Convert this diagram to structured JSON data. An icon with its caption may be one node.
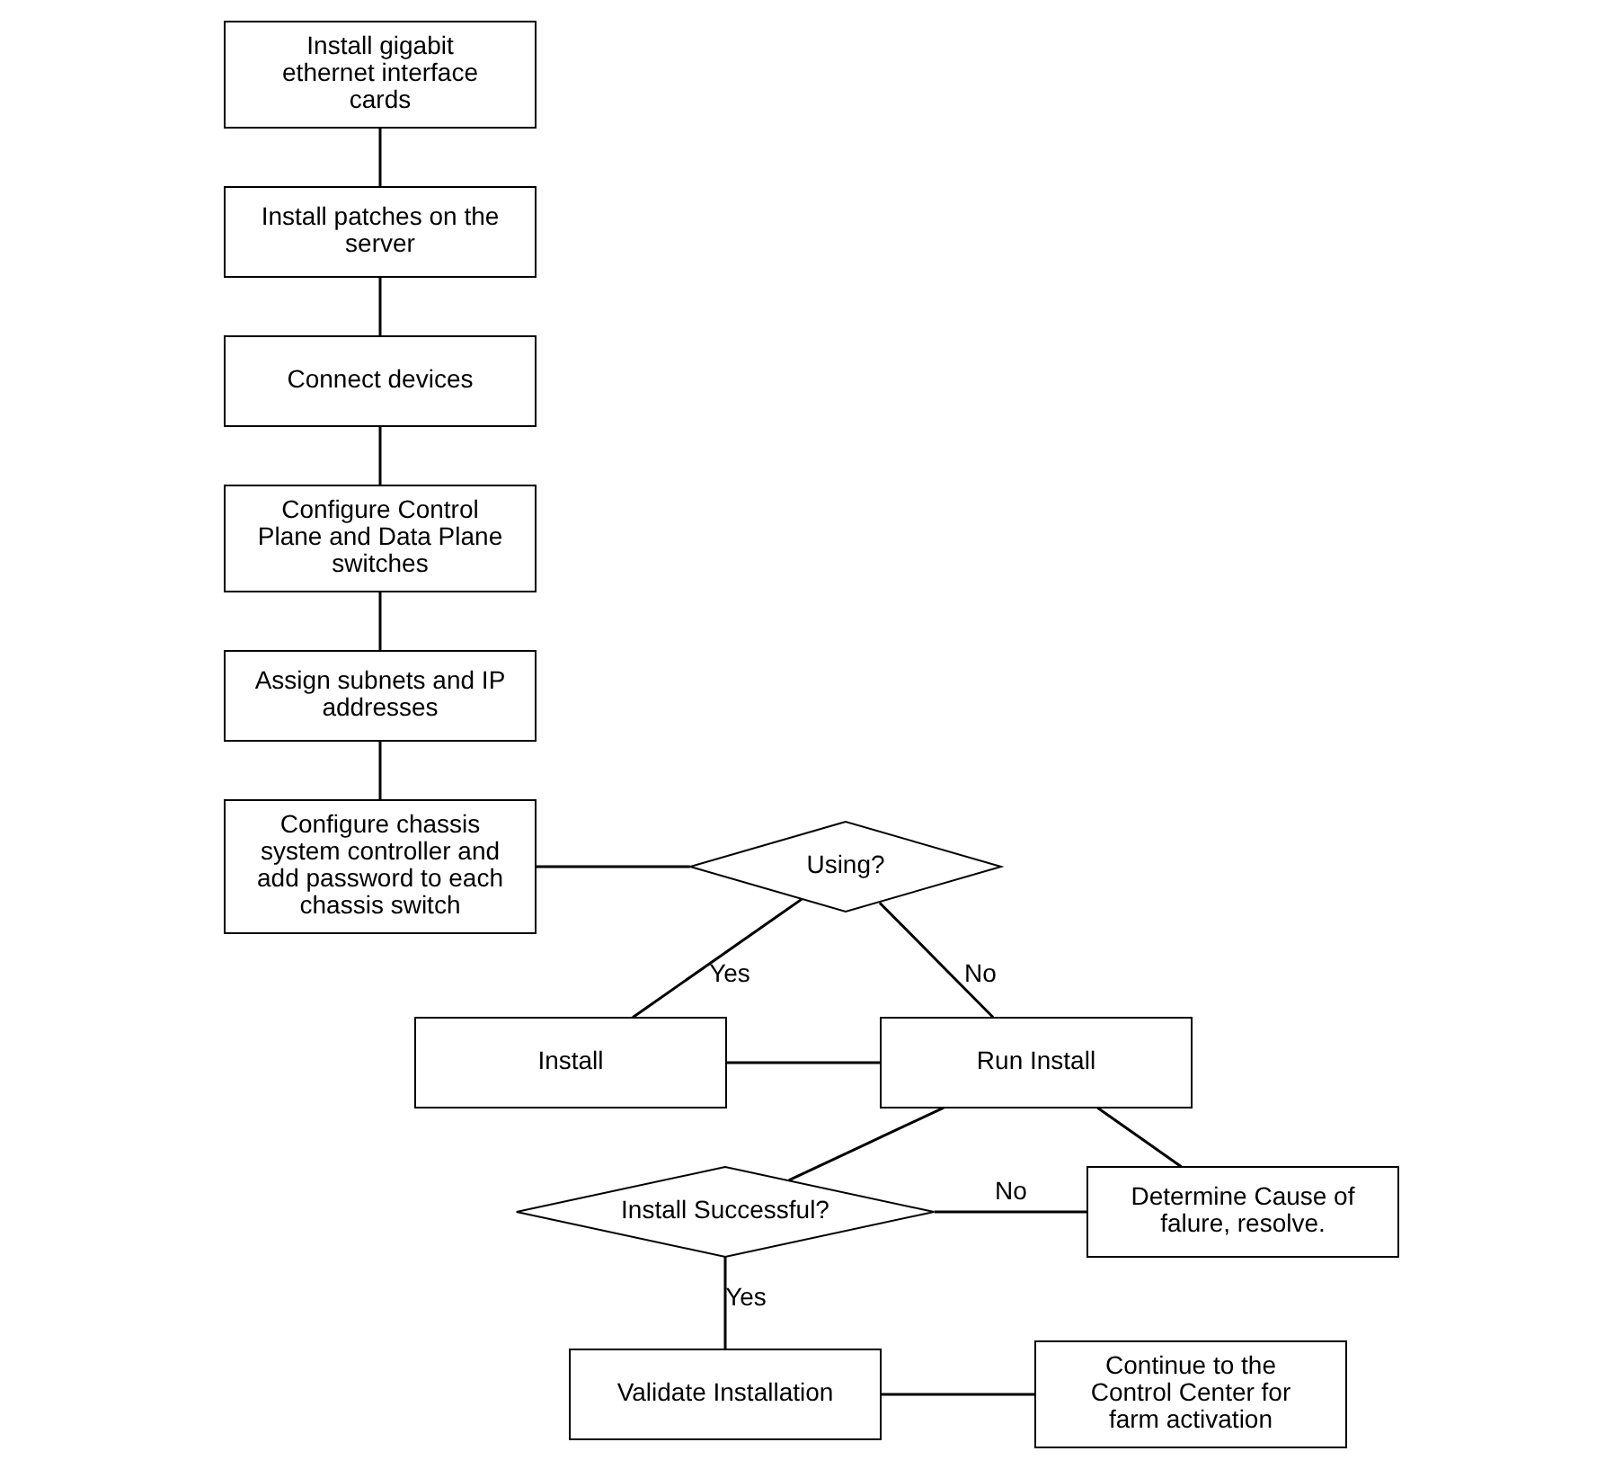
{
  "diagram": {
    "nodes": [
      {
        "text": [
          "Install gigabit ethernet interface cards"
        ]
      },
      {
        "text": [
          "Install patches on the server"
        ]
      },
      {
        "text": [
          "Connect devices"
        ]
      },
      {
        "text": [
          "Configure Control Plane and Data Plane switches"
        ]
      },
      {
        "text": [
          "Assign subnets and IP addresses"
        ]
      },
      {
        "text": [
          "Configure chassis system controller and add password to each chassis switch"
        ]
      },
      {
        "text": [
          "Validate Installation"
        ]
      },
      {
        "text": [
          "Continue to the Control Center for farm activation"
        ]
      },
      {
        "text": [
          "Install Successful?"
        ]
      },
      {
        "text": [
          "Determine Cause of falure, resolve."
        ]
      },
      {
        "text": [
          "Run Install"
        ]
      },
      {
        "text": [
          "Install"
        ]
      },
      {
        "text": [
          "Using?"
        ]
      }
    ],
    "edges": [
      {
        "from": 0,
        "to": 1,
        "arrow": "none"
      },
      {
        "from": 1,
        "to": 2,
        "arrow": "none"
      },
      {
        "from": 2,
        "to": 3,
        "arrow": "none"
      },
      {
        "from": 3,
        "to": 4,
        "arrow": "none"
      },
      {
        "from": 4,
        "to": 5,
        "arrow": "none"
      },
      {
        "from": 5,
        "to": 12,
        "arrow": "none"
      },
      {
        "from": 12,
        "to": 10,
        "arrow": "none",
        "label": "No"
      },
      {
        "from": 12,
        "to": 11,
        "arrow": "none",
        "label": "Yes"
      },
      {
        "from": 11,
        "to": 10,
        "arrow": "none"
      },
      {
        "from": 10,
        "to": 8,
        "arrow": "none"
      },
      {
        "from": 9,
        "to": 10,
        "arrow": "none"
      },
      {
        "from": 8,
        "to": 9,
        "arrow": "none",
        "label": "No"
      },
      {
        "from": 8,
        "to": 6,
        "arrow": "none",
        "label": "Yes"
      },
      {
        "from": 6,
        "to": 7,
        "arrow": "none"
      }
    ]
  }
}
